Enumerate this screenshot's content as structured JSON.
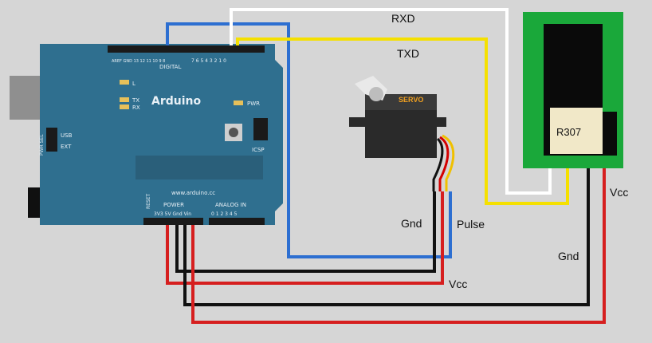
{
  "arduino": {
    "brand": "Arduino",
    "url": "www.arduino.cc",
    "digital_label": "DIGITAL",
    "power_label": "POWER",
    "analog_label": "ANALOG IN",
    "power_pins": "3V3 5V Gnd Vin",
    "analog_pins": "0 1 2 3 4 5",
    "reset_label": "RESET",
    "digital_top": "AREF GND 13 12 11 10 9 8",
    "digital_top2": "7 6 5 4 3 2 1 0",
    "led_l": "L",
    "led_tx": "TX",
    "led_rx": "RX",
    "pwr_led": "PWR",
    "icsp": "ICSP",
    "usb": "USB",
    "ext": "EXT",
    "pwr_sel": "PWR SEL",
    "board_color": "#2f6f8f"
  },
  "servo": {
    "brand": "SERVO",
    "body_color": "#2a2a2a",
    "wire_colors": [
      "#111111",
      "#d40000",
      "#f0c000"
    ]
  },
  "sensor": {
    "model": "R307",
    "board_color": "#1aa83a"
  },
  "labels": {
    "rxd": "RXD",
    "txd": "TXD",
    "servo_gnd": "Gnd",
    "servo_pulse": "Pulse",
    "servo_vcc": "Vcc",
    "sensor_vcc": "Vcc",
    "sensor_gnd": "Gnd"
  },
  "wire_colors": {
    "rx": "#ffffff",
    "tx": "#f5e000",
    "signal": "#2d6fd1",
    "vcc": "#d61f1f",
    "gnd": "#111111"
  }
}
